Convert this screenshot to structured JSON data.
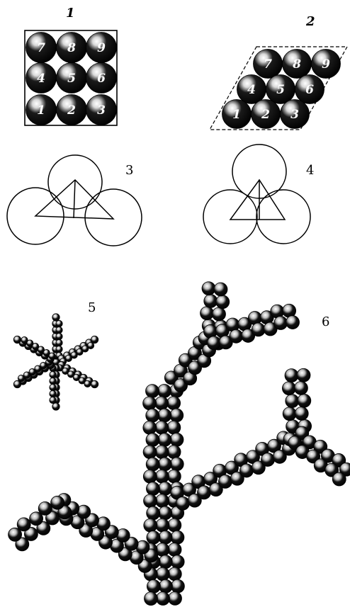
{
  "figures": [
    {
      "label": "1",
      "name": "square-packing",
      "balls": [
        "7",
        "8",
        "9",
        "4",
        "5",
        "6",
        "1",
        "2",
        "3"
      ]
    },
    {
      "label": "2",
      "name": "hexagonal-packing",
      "balls": [
        "7",
        "8",
        "9",
        "4",
        "5",
        "6",
        "1",
        "2",
        "3"
      ]
    },
    {
      "label": "3",
      "name": "square-triangle-construction"
    },
    {
      "label": "4",
      "name": "hexagonal-triangle-construction"
    },
    {
      "label": "5",
      "name": "snowflake-star"
    },
    {
      "label": "6",
      "name": "dendrite-branch"
    }
  ],
  "colors": {
    "ink": "#000000",
    "paper": "#ffffff"
  }
}
